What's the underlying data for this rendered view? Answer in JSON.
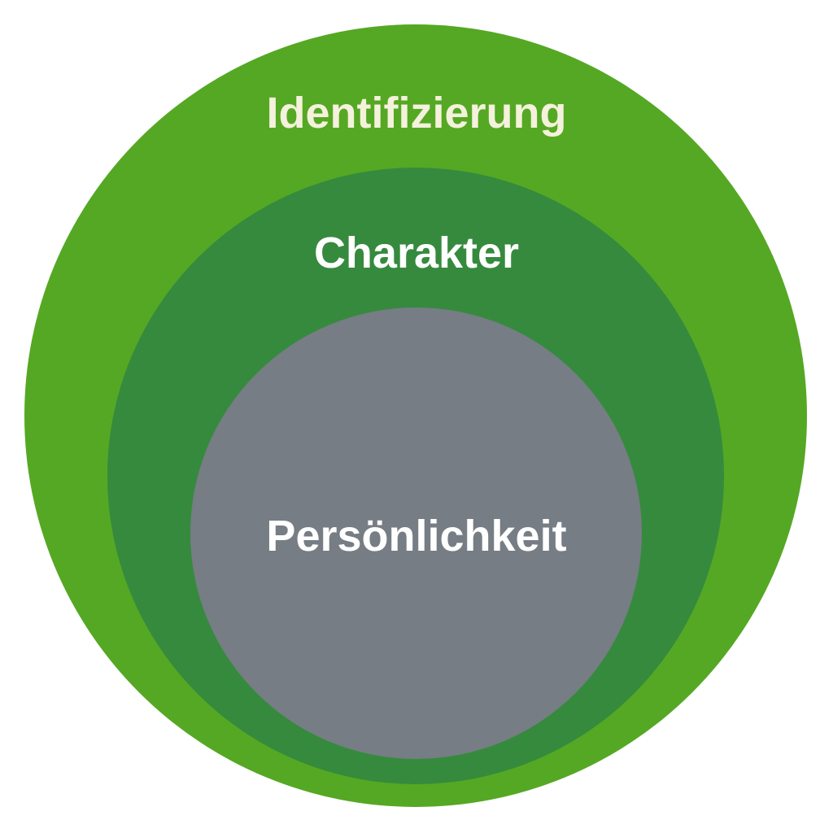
{
  "diagram": {
    "layers": [
      {
        "id": "outer",
        "label": "Identifizierung",
        "fill": "#55a823",
        "text_color": "#f4f1dc"
      },
      {
        "id": "middle",
        "label": "Charakter",
        "fill": "#368a3e",
        "text_color": "#ffffff"
      },
      {
        "id": "inner",
        "label": "Persönlichkeit",
        "fill": "#767d84",
        "text_color": "#ffffff"
      }
    ],
    "background": "#ffffff"
  }
}
